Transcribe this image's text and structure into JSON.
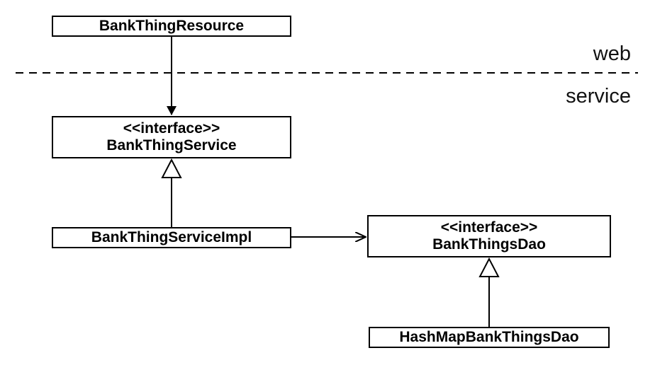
{
  "layers": {
    "web": "web",
    "service": "service"
  },
  "boxes": {
    "bank_thing_resource": {
      "name": "BankThingResource"
    },
    "bank_thing_service": {
      "stereotype": "<<interface>>",
      "name": "BankThingService"
    },
    "bank_thing_service_impl": {
      "name": "BankThingServiceImpl"
    },
    "bank_things_dao": {
      "stereotype": "<<interface>>",
      "name": "BankThingsDao"
    },
    "hash_map_bank_things_dao": {
      "name": "HashMapBankThingsDao"
    }
  },
  "relations": [
    {
      "from": "BankThingResource",
      "to": "BankThingService",
      "kind": "dependency"
    },
    {
      "from": "BankThingServiceImpl",
      "to": "BankThingService",
      "kind": "realization"
    },
    {
      "from": "BankThingServiceImpl",
      "to": "BankThingsDao",
      "kind": "dependency"
    },
    {
      "from": "HashMapBankThingsDao",
      "to": "BankThingsDao",
      "kind": "realization"
    }
  ]
}
